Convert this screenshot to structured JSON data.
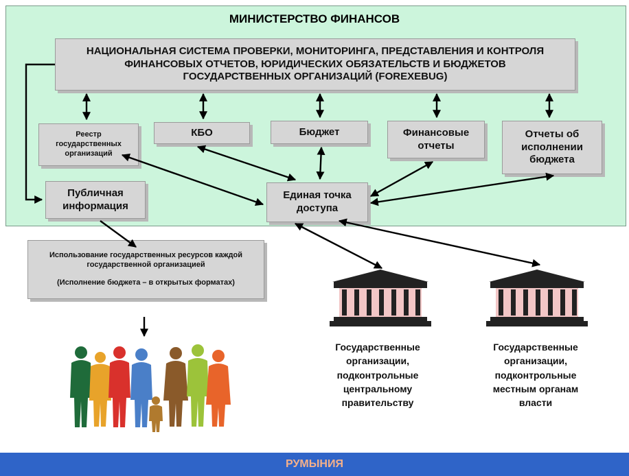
{
  "ministry": {
    "title": "МИНИСТЕРСТВО ФИНАНСОВ"
  },
  "national_system": {
    "text": "НАЦИОНАЛЬНАЯ СИСТЕМА ПРОВЕРКИ, МОНИТОРИНГА, ПРЕДСТАВЛЕНИЯ И КОНТРОЛЯ\nФИНАНСОВЫХ ОТЧЕТОВ, ЮРИДИЧЕСКИХ ОБЯЗАТЕЛЬСТВ И БЮДЖЕТОВ\nГОСУДАРСТВЕННЫХ ОРГАНИЗАЦИЙ (FOREXEBUG)"
  },
  "modules": {
    "registry": "Реестр\nгосударственных\nорганизаций",
    "kbo": "КБО",
    "budget": "Бюджет",
    "financial_reports": "Финансовые\nотчеты",
    "budget_execution_reports": "Отчеты об\nисполнении\nбюджета"
  },
  "public_info": "Публичная\nинформация",
  "single_access_point": "Единая точка\nдоступа",
  "resource_use": {
    "line1": "Использование государственных ресурсов каждой\nгосударственной организацией",
    "line2": "(Исполнение бюджета – в открытых форматах)"
  },
  "org_central": "Государственные\nорганизации,\nподконтрольные\nцентральному\nправительству",
  "org_local": "Государственные\nорганизации,\nподконтрольные\nместным органам\nвласти",
  "footer": "РУМЫНИЯ",
  "colors": {
    "ministry_bg": "#ccf5dc",
    "box_bg": "#d6d6d6",
    "footer_bg": "#2f64c8",
    "footer_text": "#f5b08a"
  },
  "icons": [
    "government-building-icon",
    "government-building-icon",
    "people-group-icon"
  ]
}
